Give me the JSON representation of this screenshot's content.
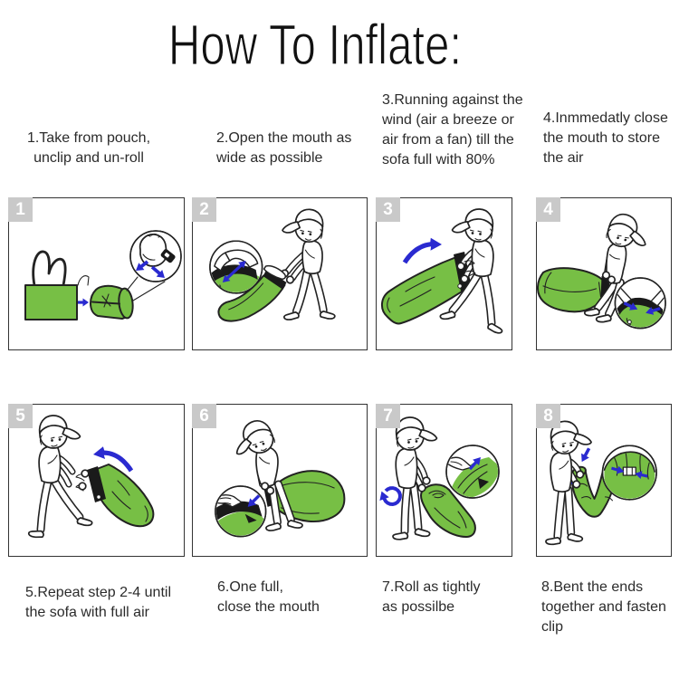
{
  "title": "How To Inflate:",
  "colors": {
    "sofa_green": "#77bf45",
    "arrow_blue": "#2a2ad0",
    "badge_gray": "#c9c9c9",
    "panel_border": "#333333",
    "text": "#2b2b2b",
    "background": "#ffffff"
  },
  "steps": [
    {
      "number": "1",
      "lines": [
        "1.Take from pouch,",
        "unclip and un-roll"
      ],
      "figure": "pouch-arrow-rolled-sofa-with-unclip-zoom"
    },
    {
      "number": "2",
      "lines": [
        "2.Open the mouth as",
        "wide as possible"
      ],
      "figure": "boy-opening-sofa-mouth-with-zoom"
    },
    {
      "number": "3",
      "lines": [
        "3.Running against the",
        "wind (air a breeze or",
        "air from a fan) till the",
        "sofa full with 80%"
      ],
      "figure": "boy-running-filling-sofa-with-arrow"
    },
    {
      "number": "4",
      "lines": [
        "4.Inmmedatly close",
        "the mouth to store",
        "the air"
      ],
      "figure": "boy-closing-mouth-with-zoom"
    },
    {
      "number": "5",
      "lines": [
        "5.Repeat step 2-4 until",
        "the sofa with full air"
      ],
      "figure": "boy-repeating-fill-with-arrow"
    },
    {
      "number": "6",
      "lines": [
        "6.One full,",
        "close the mouth"
      ],
      "figure": "boy-folding-mouth-with-zoom"
    },
    {
      "number": "7",
      "lines": [
        "7.Roll as tightly",
        "as possilbe"
      ],
      "figure": "boy-rolling-sofa-with-zoom"
    },
    {
      "number": "8",
      "lines": [
        "8.Bent the ends",
        "together and fasten",
        "clip"
      ],
      "figure": "boy-fastening-clip-with-zoom"
    }
  ]
}
